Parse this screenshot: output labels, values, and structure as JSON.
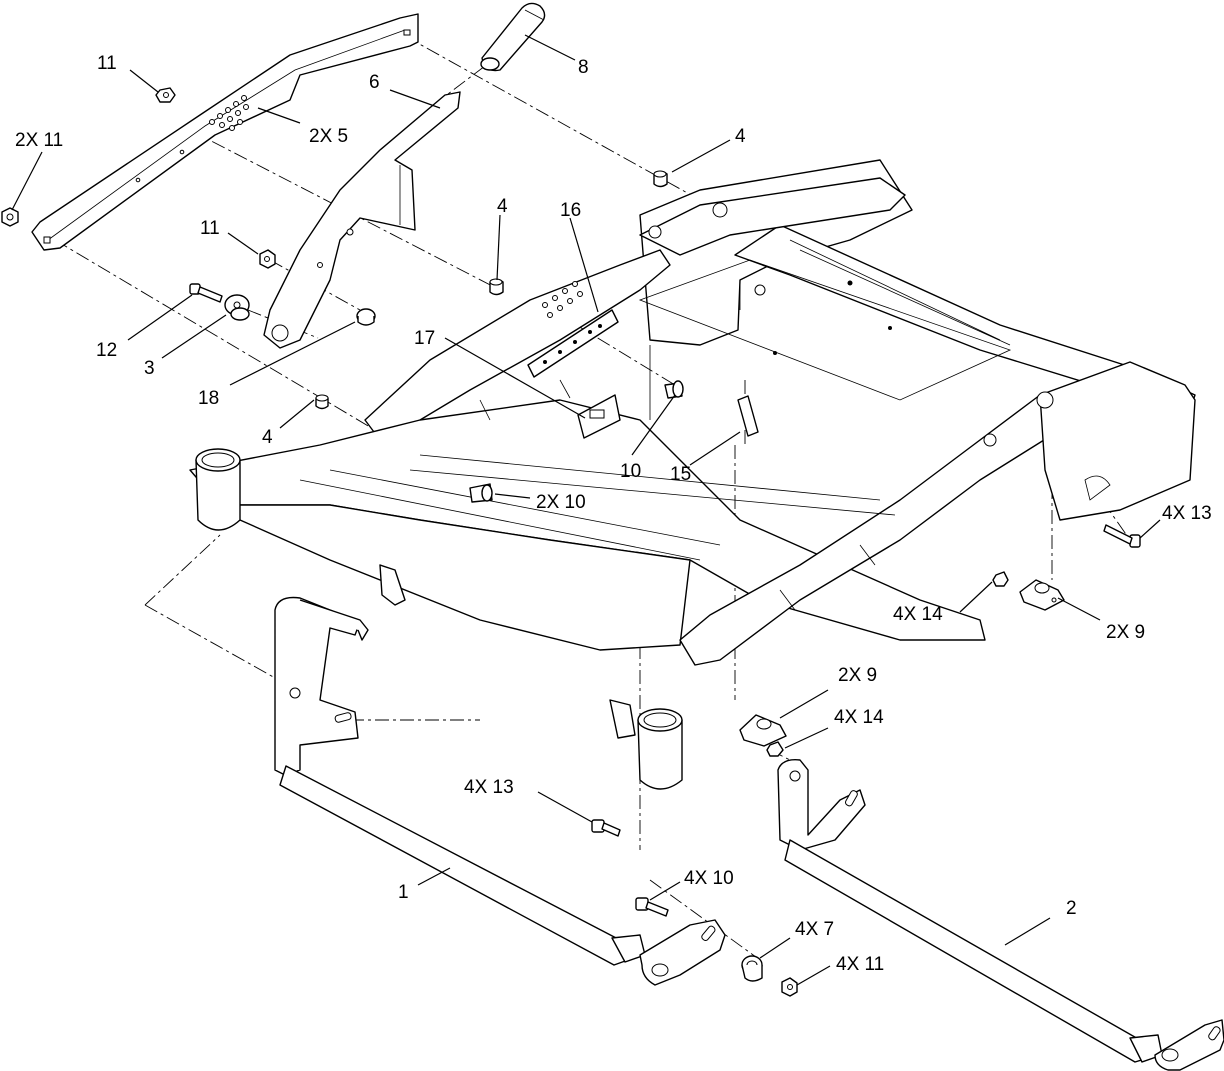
{
  "callouts": {
    "c_2x11": "2X 11",
    "c_11_top": "11",
    "c_2x5": "2X 5",
    "c_6": "6",
    "c_8": "8",
    "c_4_right": "4",
    "c_4_mid": "4",
    "c_16": "16",
    "c_11_mid": "11",
    "c_12": "12",
    "c_3": "3",
    "c_18": "18",
    "c_17": "17",
    "c_4_left": "4",
    "c_2x10": "2X 10",
    "c_10": "10",
    "c_15": "15",
    "c_4x13_right": "4X 13",
    "c_4x14_right": "4X 14",
    "c_2x9_right": "2X 9",
    "c_2x9_mid": "2X 9",
    "c_4x14_mid": "4X 14",
    "c_4x13_bottom": "4X 13",
    "c_4x10": "4X 10",
    "c_1": "1",
    "c_4x7": "4X 7",
    "c_4x11": "4X 11",
    "c_2": "2"
  }
}
